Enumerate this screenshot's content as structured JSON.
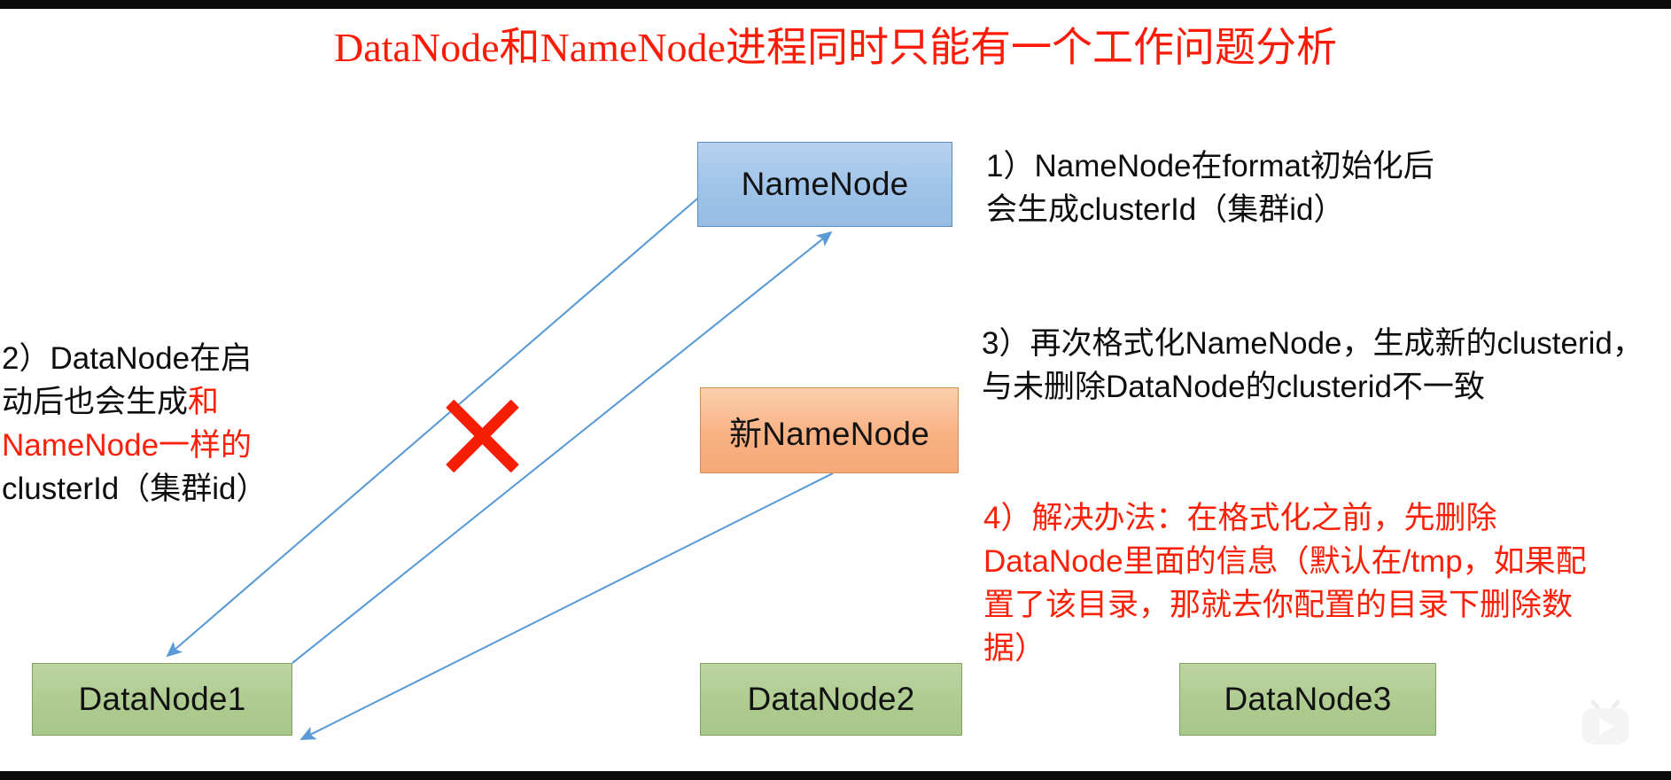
{
  "title": "DataNode和NameNode进程同时只能有一个工作问题分析",
  "colors": {
    "title_red": "#fc1b07",
    "note_red": "#fb2008",
    "x_red": "#f51f06",
    "namenode_fill": "#9fc3e8",
    "namenode_border": "#5b8fc4",
    "newnamenode_fill": "#f9b183",
    "newnamenode_border": "#d98c4e",
    "datanode_fill": "#aecb90",
    "datanode_border": "#7fa05e",
    "arrow_blue": "#5b9bd5",
    "background": "#ffffff"
  },
  "nodes": {
    "namenode": "NameNode",
    "new_namenode": "新NameNode",
    "datanode1": "DataNode1",
    "datanode2": "DataNode2",
    "datanode3": "DataNode3"
  },
  "notes": {
    "note1": {
      "line1": "1）NameNode在format初始化后",
      "line2": "会生成clusterId（集群id）"
    },
    "note2": {
      "line1": "2）DataNode在启",
      "line2_black": "动后也会生成",
      "line2_red": "和",
      "line3_red": "NameNode一样的",
      "line4": "clusterId（集群id）"
    },
    "note3": {
      "line1": "3）再次格式化NameNode，生成新的clusterid，",
      "line2": "与未删除DataNode的clusterid不一致"
    },
    "note4": {
      "line1": "4）解决办法：在格式化之前，先删除",
      "line2": "DataNode里面的信息（默认在/tmp，如果配",
      "line3": "置了该目录，那就去你配置的目录下删除数",
      "line4": "据）"
    }
  },
  "icons": {
    "x_mark": "red-cross-mark",
    "watermark": "bilibili-tv-play-icon"
  },
  "arrows": [
    {
      "name": "namenode-to-datanode1",
      "from": "NameNode",
      "to": "DataNode1"
    },
    {
      "name": "datanode1-to-namenode",
      "from": "DataNode1",
      "to": "NameNode"
    },
    {
      "name": "new-namenode-to-datanode1",
      "from": "新NameNode",
      "to": "DataNode1"
    }
  ]
}
